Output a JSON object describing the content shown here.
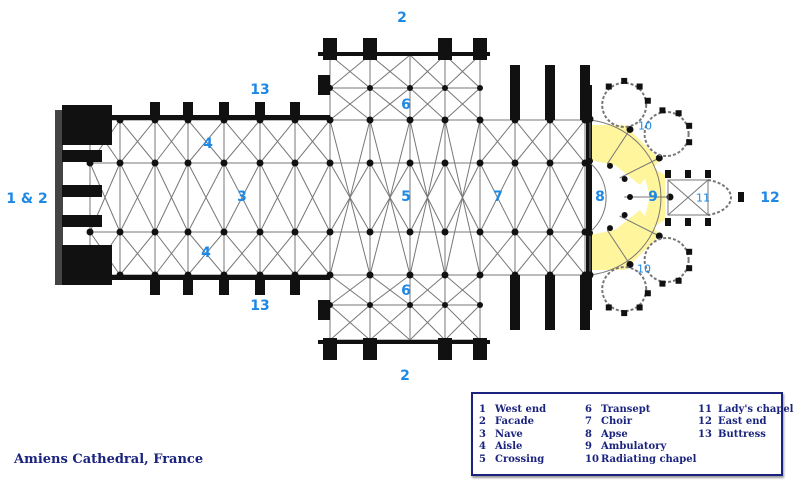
{
  "title": "Amiens Cathedral, France",
  "labels": {
    "west": "1 & 2",
    "facade_top": "2",
    "facade_bottom": "2",
    "buttress_top": "13",
    "buttress_bottom": "13",
    "aisle_top": "4",
    "aisle_bottom": "4",
    "nave": "3",
    "crossing": "5",
    "transept_top": "6",
    "transept_bottom": "6",
    "choir": "7",
    "apse": "8",
    "ambulatory": "9",
    "radiating_top": "10",
    "radiating_bottom": "10",
    "ladys_chapel": "11",
    "east_end": "12"
  },
  "legend": [
    [
      {
        "n": "1",
        "t": "West end"
      },
      {
        "n": "2",
        "t": "Facade"
      },
      {
        "n": "3",
        "t": "Nave"
      },
      {
        "n": "4",
        "t": "Aisle"
      },
      {
        "n": "5",
        "t": "Crossing"
      }
    ],
    [
      {
        "n": "6",
        "t": "Transept"
      },
      {
        "n": "7",
        "t": "Choir"
      },
      {
        "n": "8",
        "t": "Apse"
      },
      {
        "n": "9",
        "t": "Ambulatory"
      },
      {
        "n": "10",
        "t": "Radiating chapel"
      }
    ],
    [
      {
        "n": "11",
        "t": "Lady's chapel"
      },
      {
        "n": "12",
        "t": "East end"
      },
      {
        "n": "13",
        "t": "Buttress"
      }
    ]
  ],
  "colors": {
    "label": "#1e88e5",
    "legend": "#1a237e",
    "highlight": "#fff59d",
    "wall": "#111111"
  }
}
